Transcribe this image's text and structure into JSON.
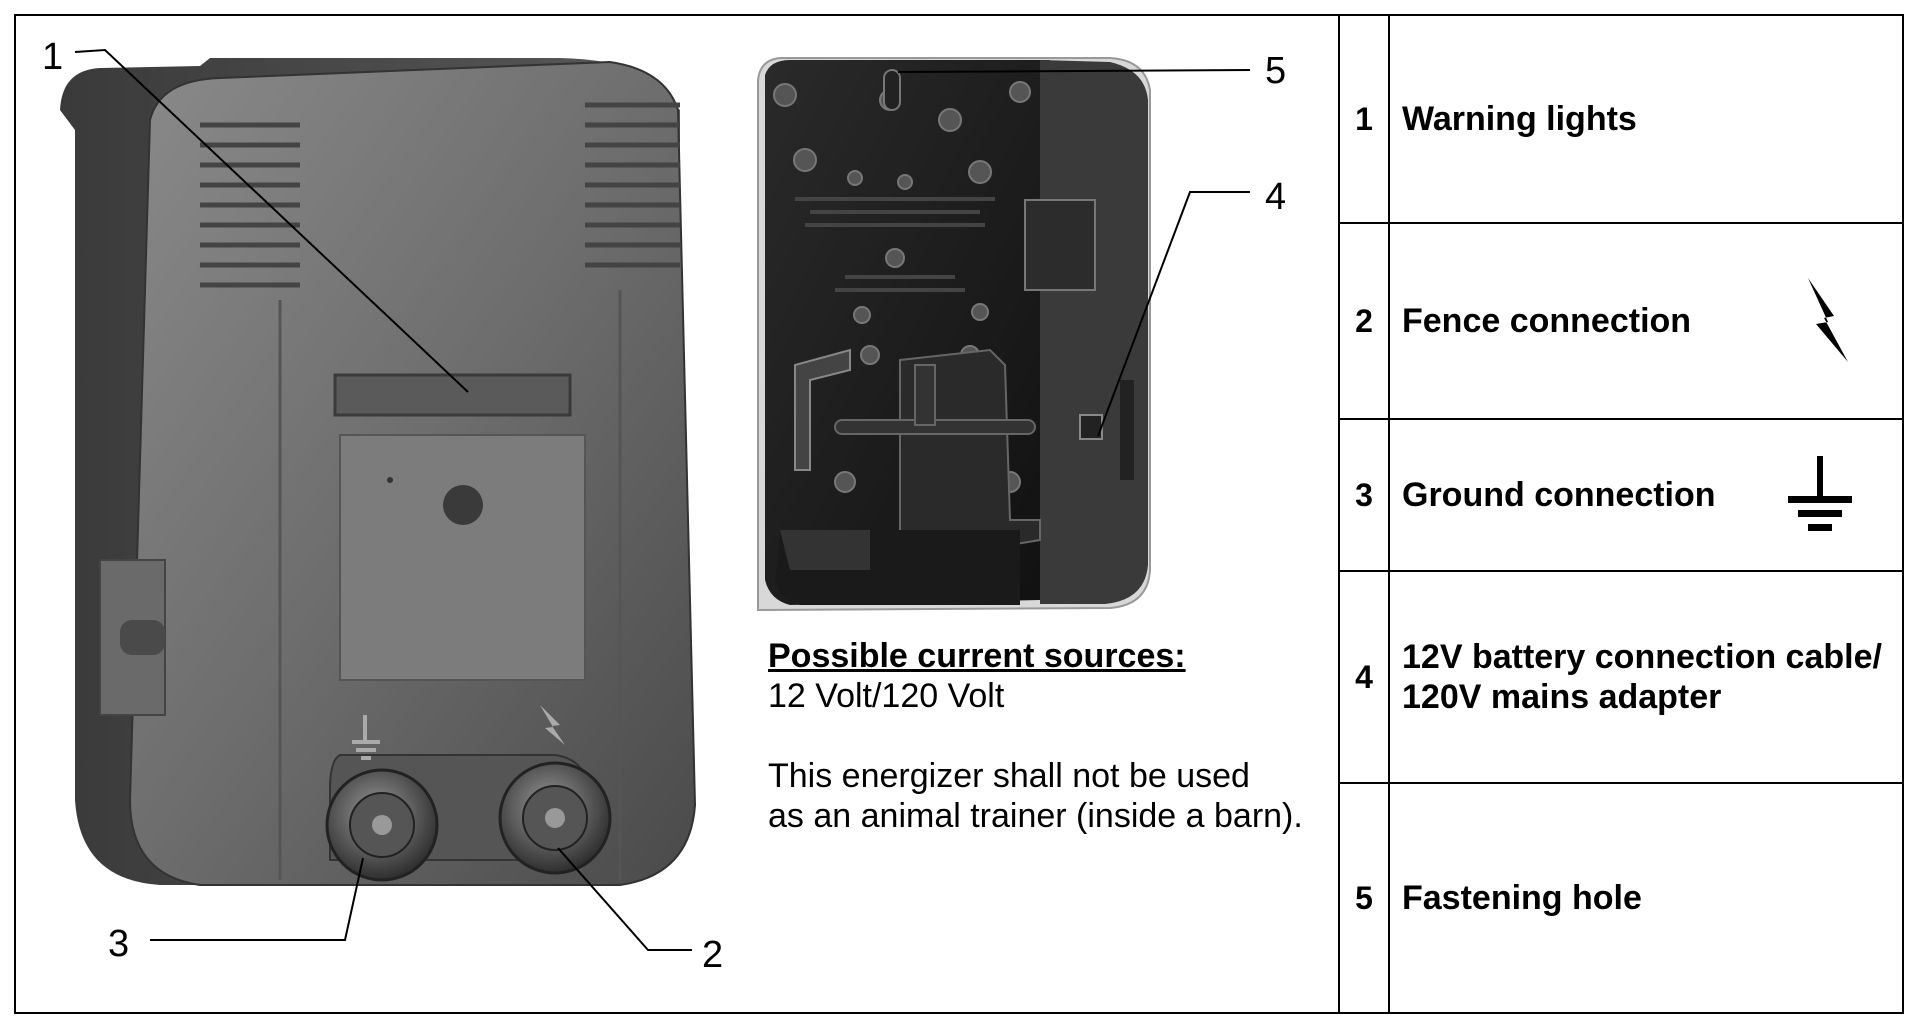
{
  "callouts": [
    "1",
    "2",
    "3",
    "4",
    "5"
  ],
  "front_symbols": {
    "ground": "ground-symbol-icon",
    "fence": "lightning-bolt-icon"
  },
  "sources": {
    "heading": "Possible current sources:",
    "line1": "12 Volt/120 Volt",
    "note_line1": "This energizer shall not be used",
    "note_line2": "as an animal trainer (inside a barn)."
  },
  "legend": [
    {
      "num": "1",
      "lines": [
        "Warning lights"
      ],
      "icon": ""
    },
    {
      "num": "2",
      "lines": [
        "Fence connection"
      ],
      "icon": "lightning-bolt-icon"
    },
    {
      "num": "3",
      "lines": [
        "Ground connection"
      ],
      "icon": "ground-symbol-icon"
    },
    {
      "num": "4",
      "lines": [
        "12V battery connection cable/",
        "120V mains adapter"
      ],
      "icon": ""
    },
    {
      "num": "5",
      "lines": [
        "Fastening hole"
      ],
      "icon": ""
    }
  ]
}
